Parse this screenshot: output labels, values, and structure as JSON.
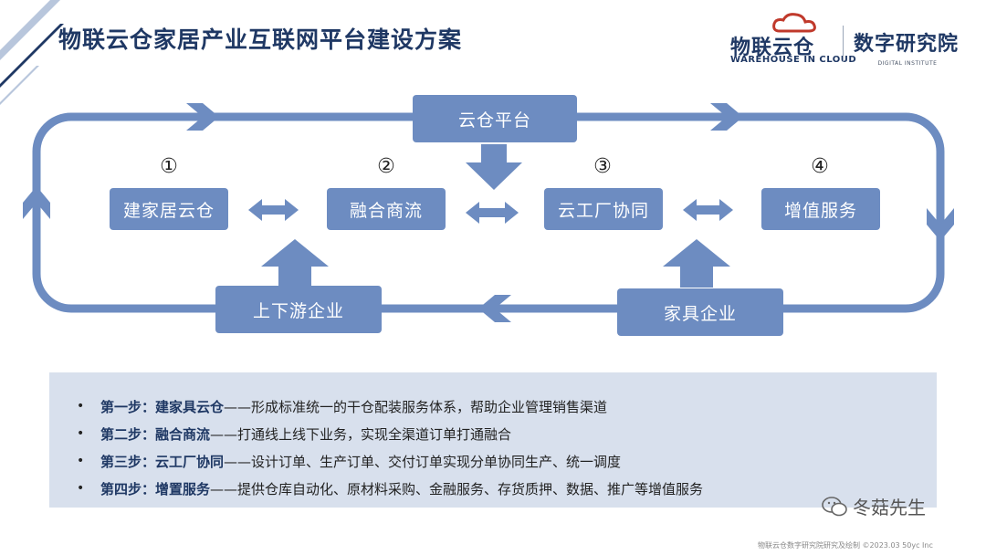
{
  "title": "物联云仓家居产业互联网平台建设方案",
  "logos": {
    "left_main": "物联云仓",
    "left_sub": "WAREHOUSE IN CLOUD",
    "right_main": "数字研究院",
    "right_sub": "DIGITAL INSTITUTE"
  },
  "diagram": {
    "top_node": "云仓平台",
    "bottom_left_node": "上下游企业",
    "bottom_right_node": "家具企业",
    "steps": [
      {
        "number": "①",
        "label": "建家居云仓"
      },
      {
        "number": "②",
        "label": "融合商流"
      },
      {
        "number": "③",
        "label": "云工厂协同"
      },
      {
        "number": "④",
        "label": "增值服务"
      }
    ],
    "colors": {
      "box": "#6d8cc1",
      "loop": "#6d8cc1",
      "arrow": "#6d8cc1"
    }
  },
  "step_list": [
    {
      "bullet": "•",
      "key": "第一步：建家具云仓",
      "desc": "——形成标准统一的干仓配装服务体系，帮助企业管理销售渠道"
    },
    {
      "bullet": "•",
      "key": "第二步：融合商流",
      "desc": "——打通线上线下业务，实现全渠道订单打通融合"
    },
    {
      "bullet": "•",
      "key": "第三步：云工厂协同",
      "desc": "——设计订单、生产订单、交付订单实现分单协同生产、统一调度"
    },
    {
      "bullet": "•",
      "key": "第四步：增置服务",
      "desc": "——提供仓库自动化、原材料采购、金融服务、存货质押、数据、推广等增值服务"
    }
  ],
  "watermark": "冬菇先生",
  "footnote": "物联云仓数字研究院研究及绘制   ©2023.03 50yc Inc"
}
